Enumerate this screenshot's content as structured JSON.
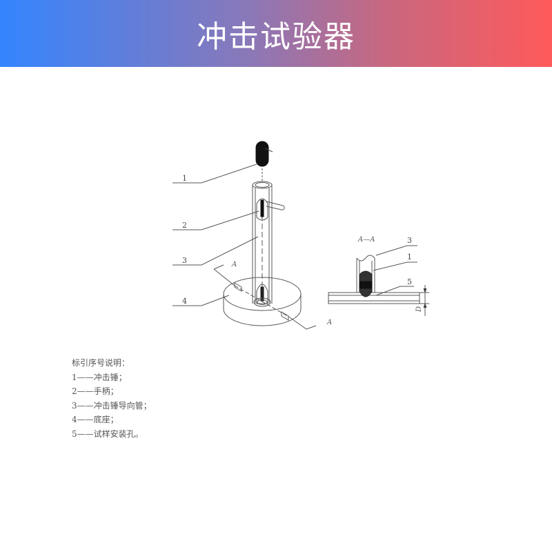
{
  "header": {
    "title": "冲击试验器",
    "gradient_start": "#3385FF",
    "gradient_end": "#FF5A5A"
  },
  "diagram": {
    "callouts": [
      "1",
      "2",
      "3",
      "4"
    ],
    "section_marker": "A",
    "section_view": {
      "title": "A—A",
      "callouts": [
        "3",
        "1",
        "5"
      ],
      "dimension_label": "D"
    }
  },
  "legend": {
    "title": "标引序号说明：",
    "items": [
      "1——冲击锤；",
      "2——手柄；",
      "3——冲击锤导向管；",
      "4——底座；",
      "5——试样安装孔。"
    ]
  }
}
